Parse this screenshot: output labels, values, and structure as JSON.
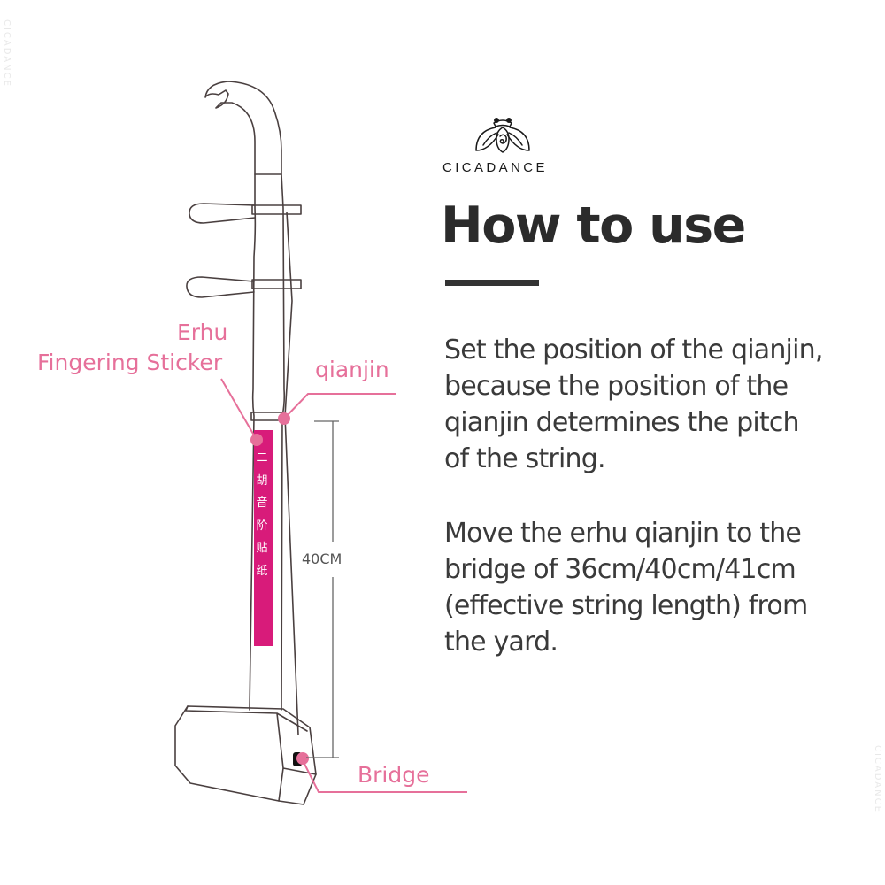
{
  "brand": {
    "name": "CICADANCE",
    "logo_icon": "cicada-logo-icon"
  },
  "heading": "How to use",
  "paragraphs": [
    {
      "lines": [
        "Set the position of the qianjin,",
        "because the position of the",
        "qianjin determines the pitch",
        "of the string."
      ]
    },
    {
      "lines": [
        "Move the erhu qianjin to the",
        "bridge of 36cm/40cm/41cm",
        "(effective string length) from",
        "the yard."
      ]
    }
  ],
  "diagram": {
    "sticker_label_line1": "Erhu",
    "sticker_label_line2": "Fingering Sticker",
    "qianjin_label": "qianjin",
    "bridge_label": "Bridge",
    "length_label": "40CM",
    "sticker_text": [
      "二",
      "胡",
      "音",
      "阶",
      "贴",
      "纸"
    ]
  },
  "watermark": "CICADANCE",
  "colors": {
    "callout_pink": "#e6709a",
    "sticker_magenta": "#d81b7a",
    "text_dark": "#2b2b2b",
    "outline": "#4a4040"
  }
}
